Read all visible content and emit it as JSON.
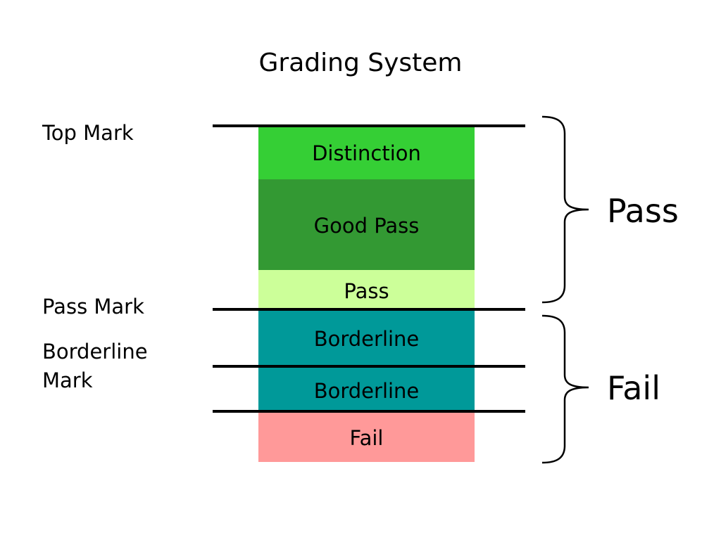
{
  "title": "Grading System",
  "marks": {
    "top": "Top Mark",
    "pass": "Pass Mark",
    "borderline_line1": "Borderline",
    "borderline_line2": "Mark"
  },
  "bands": [
    {
      "label": "Distinction",
      "color": "#35cf35"
    },
    {
      "label": "Good Pass",
      "color": "#339933"
    },
    {
      "label": "Pass",
      "color": "#ccff99"
    },
    {
      "label": "Borderline",
      "color": "#009999"
    },
    {
      "label": "Borderline",
      "color": "#009999"
    },
    {
      "label": "Fail",
      "color": "#ff9999"
    }
  ],
  "outcomes": {
    "pass": "Pass",
    "fail": "Fail"
  }
}
